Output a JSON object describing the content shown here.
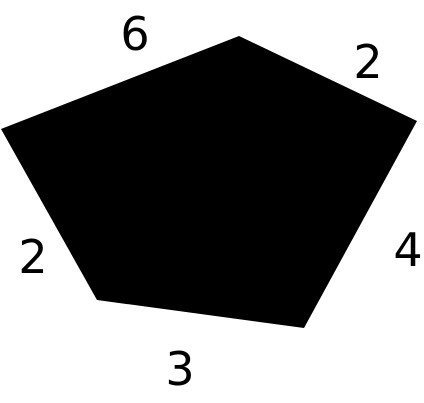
{
  "figure": {
    "shape": "pentagon",
    "fill_color": "#000000",
    "background_color": "#ffffff",
    "side_labels": {
      "top_left": "6",
      "top_right": "2",
      "right": "4",
      "bottom": "3",
      "left": "2"
    }
  }
}
